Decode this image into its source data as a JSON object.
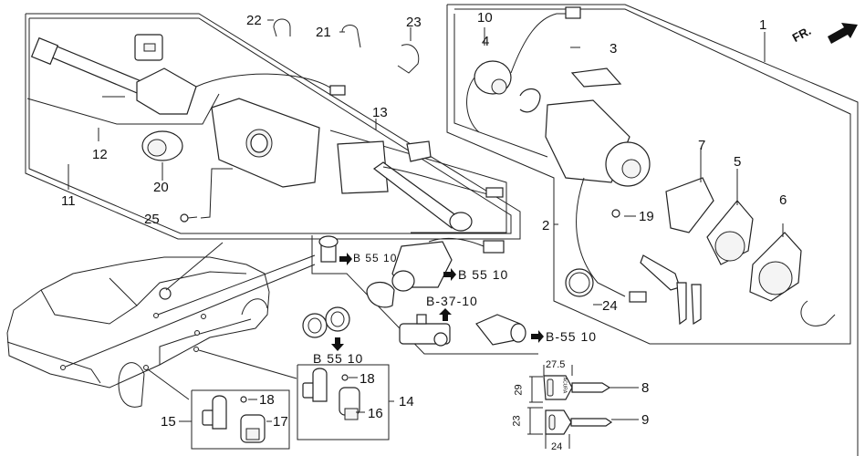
{
  "orientation_marker": {
    "text": "FR.",
    "icon": "arrow-front-icon"
  },
  "callouts": [
    {
      "id": "1",
      "text": "1"
    },
    {
      "id": "2",
      "text": "2"
    },
    {
      "id": "3",
      "text": "3"
    },
    {
      "id": "4",
      "text": "4"
    },
    {
      "id": "5",
      "text": "5"
    },
    {
      "id": "6",
      "text": "6"
    },
    {
      "id": "7",
      "text": "7"
    },
    {
      "id": "8",
      "text": "8"
    },
    {
      "id": "9",
      "text": "9"
    },
    {
      "id": "10",
      "text": "10"
    },
    {
      "id": "11",
      "text": "11"
    },
    {
      "id": "12",
      "text": "12"
    },
    {
      "id": "13",
      "text": "13"
    },
    {
      "id": "14",
      "text": "14"
    },
    {
      "id": "15",
      "text": "15"
    },
    {
      "id": "16",
      "text": "16"
    },
    {
      "id": "17",
      "text": "17"
    },
    {
      "id": "18a",
      "text": "18"
    },
    {
      "id": "18b",
      "text": "18"
    },
    {
      "id": "19",
      "text": "19"
    },
    {
      "id": "20",
      "text": "20"
    },
    {
      "id": "21",
      "text": "21"
    },
    {
      "id": "22",
      "text": "22"
    },
    {
      "id": "23",
      "text": "23"
    },
    {
      "id": "24",
      "text": "24"
    },
    {
      "id": "25",
      "text": "25"
    }
  ],
  "references": {
    "ref_trunk_cylinder": "B 55 10",
    "ref_door_cylinder": "B 55 10",
    "ref_glove_box": "B-37-10",
    "ref_grommet": "B 55 10",
    "ref_fuel_lid": "B-55 10"
  },
  "key_dimensions": {
    "master_key_width": "27.5",
    "master_key_height": "29",
    "valet_key_height": "23",
    "valet_key_width": "24"
  },
  "key_brand_text": "ACURA"
}
